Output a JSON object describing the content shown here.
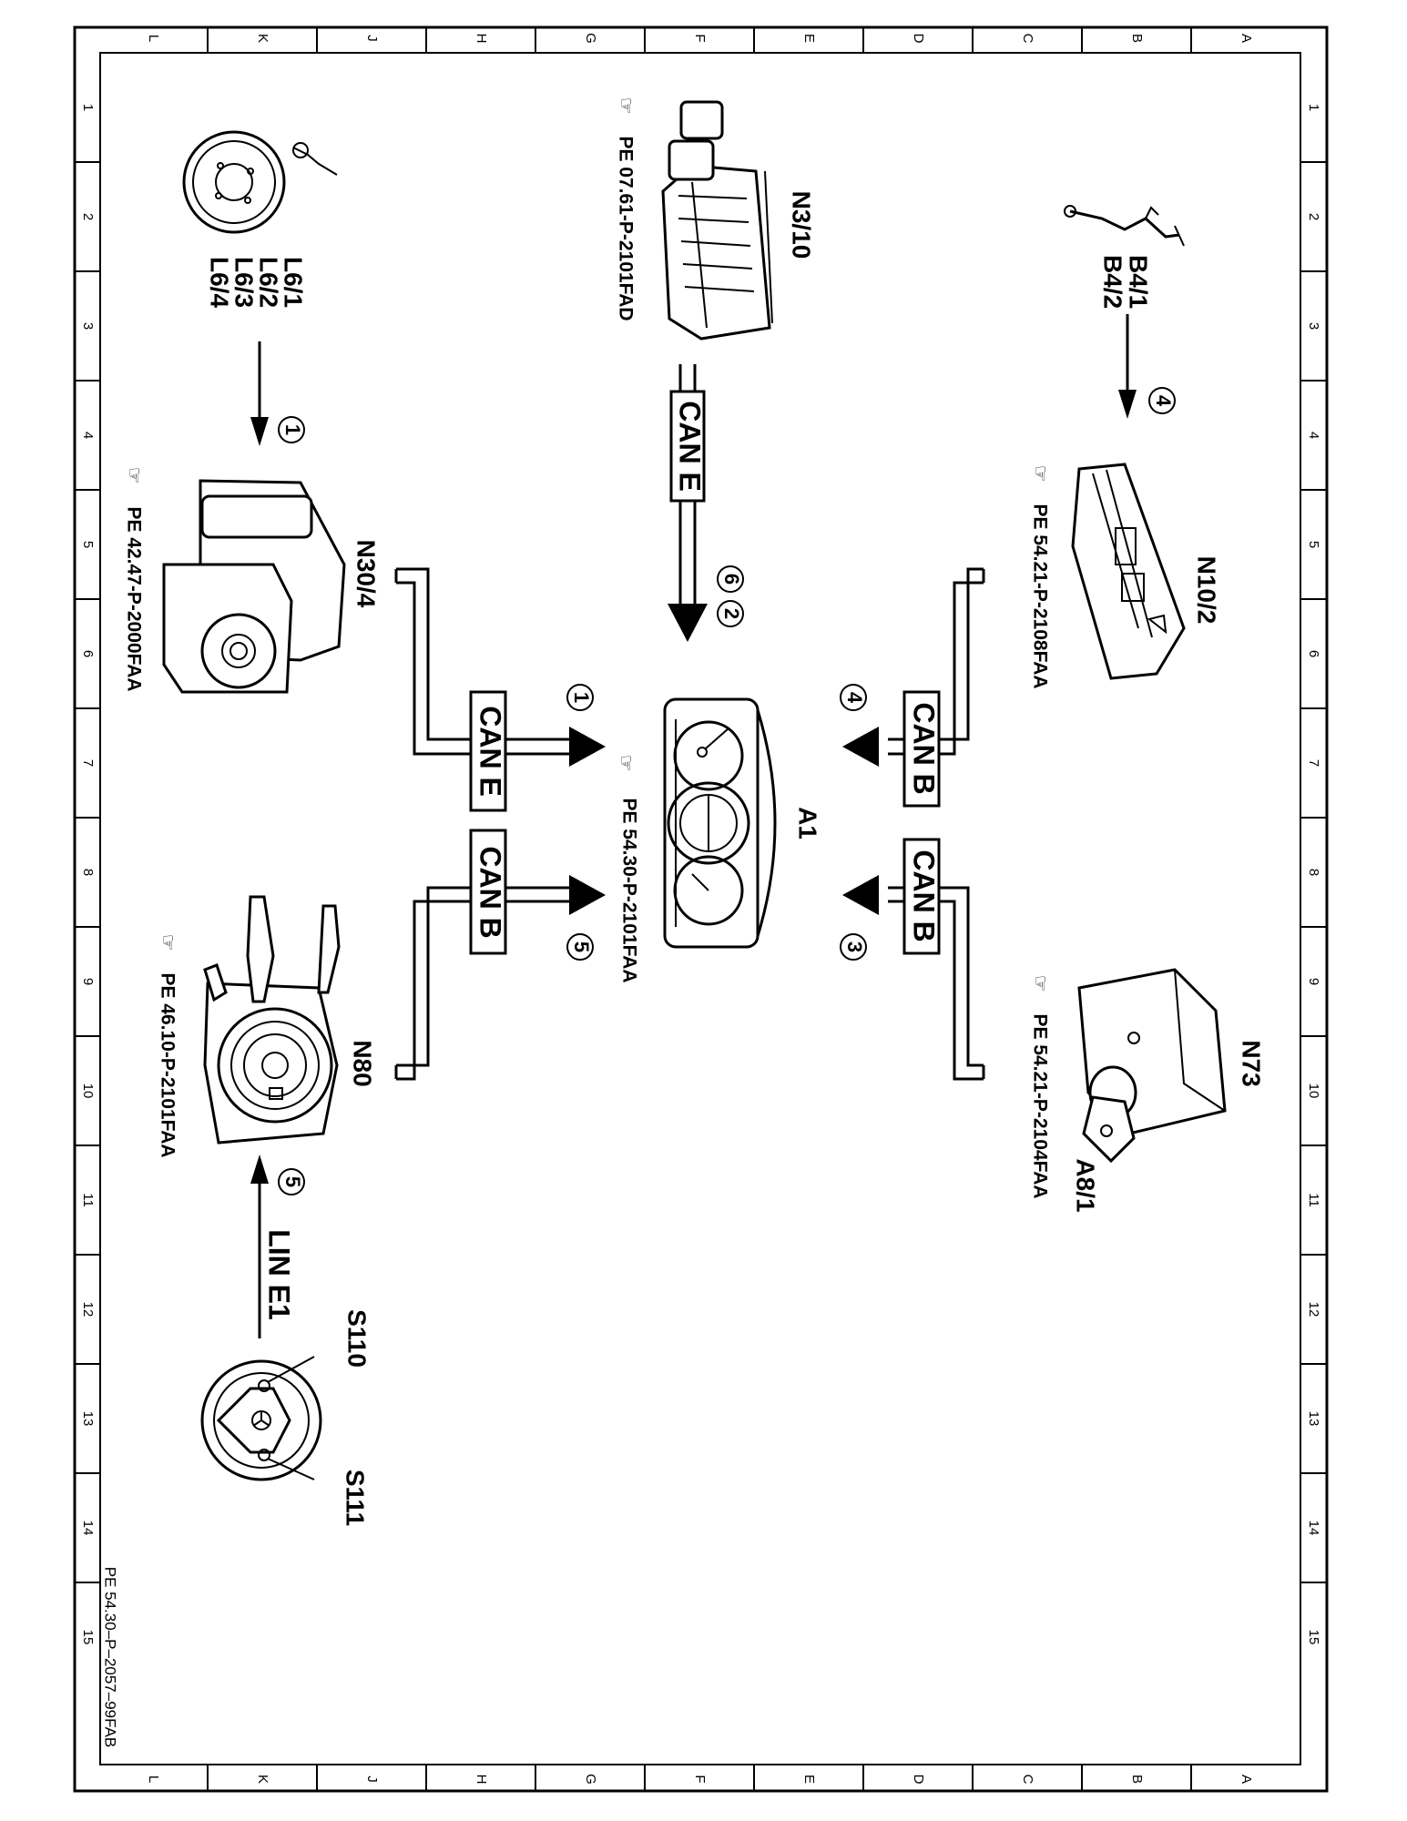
{
  "grid": {
    "letters": [
      "A",
      "B",
      "C",
      "D",
      "E",
      "F",
      "G",
      "H",
      "J",
      "K",
      "L"
    ],
    "numbers": [
      "1",
      "2",
      "3",
      "4",
      "5",
      "6",
      "7",
      "8",
      "9",
      "10",
      "11",
      "12",
      "13",
      "14",
      "15"
    ]
  },
  "document_id": "PE 54.30–P–2057–99FAB",
  "components": {
    "a1": {
      "label": "A1",
      "ref": "PE 54.30-P-2101FAA"
    },
    "n3_10": {
      "label": "N3/10",
      "ref": "PE 07.61-P-2101FAD"
    },
    "n10_2": {
      "label": "N10/2",
      "ref": "PE 54.21-P-2108FAA"
    },
    "n73": {
      "label": "N73",
      "ref": "PE 54.21-P-2104FAA"
    },
    "a8_1": {
      "label": "A8/1"
    },
    "n30_4": {
      "label": "N30/4",
      "ref": "PE 42.47-P-2000FAA"
    },
    "n80": {
      "label": "N80",
      "ref": "PE 46.10-P-2101FAA"
    },
    "b4": {
      "lines": [
        "B4/1",
        "B4/2"
      ]
    },
    "l6": {
      "lines": [
        "L6/1",
        "L6/2",
        "L6/3",
        "L6/4"
      ]
    },
    "s110": {
      "label": "S110"
    },
    "s111": {
      "label": "S111"
    }
  },
  "buses": {
    "can_e_n3": "CAN E",
    "can_b_n10": "CAN B",
    "can_b_n73": "CAN B",
    "can_e_n30": "CAN E",
    "can_b_n80": "CAN B",
    "lin_e1": "LIN E1"
  },
  "signals": {
    "n10_to_a1": "4",
    "n73_to_a1": "3",
    "n30_to_a1": "1",
    "n80_to_a1": "5",
    "n3_to_a1_first": "6",
    "n3_to_a1_second": "2",
    "b4_to_n10": "4",
    "l6_to_n30": "1",
    "s_to_n80": "5"
  }
}
